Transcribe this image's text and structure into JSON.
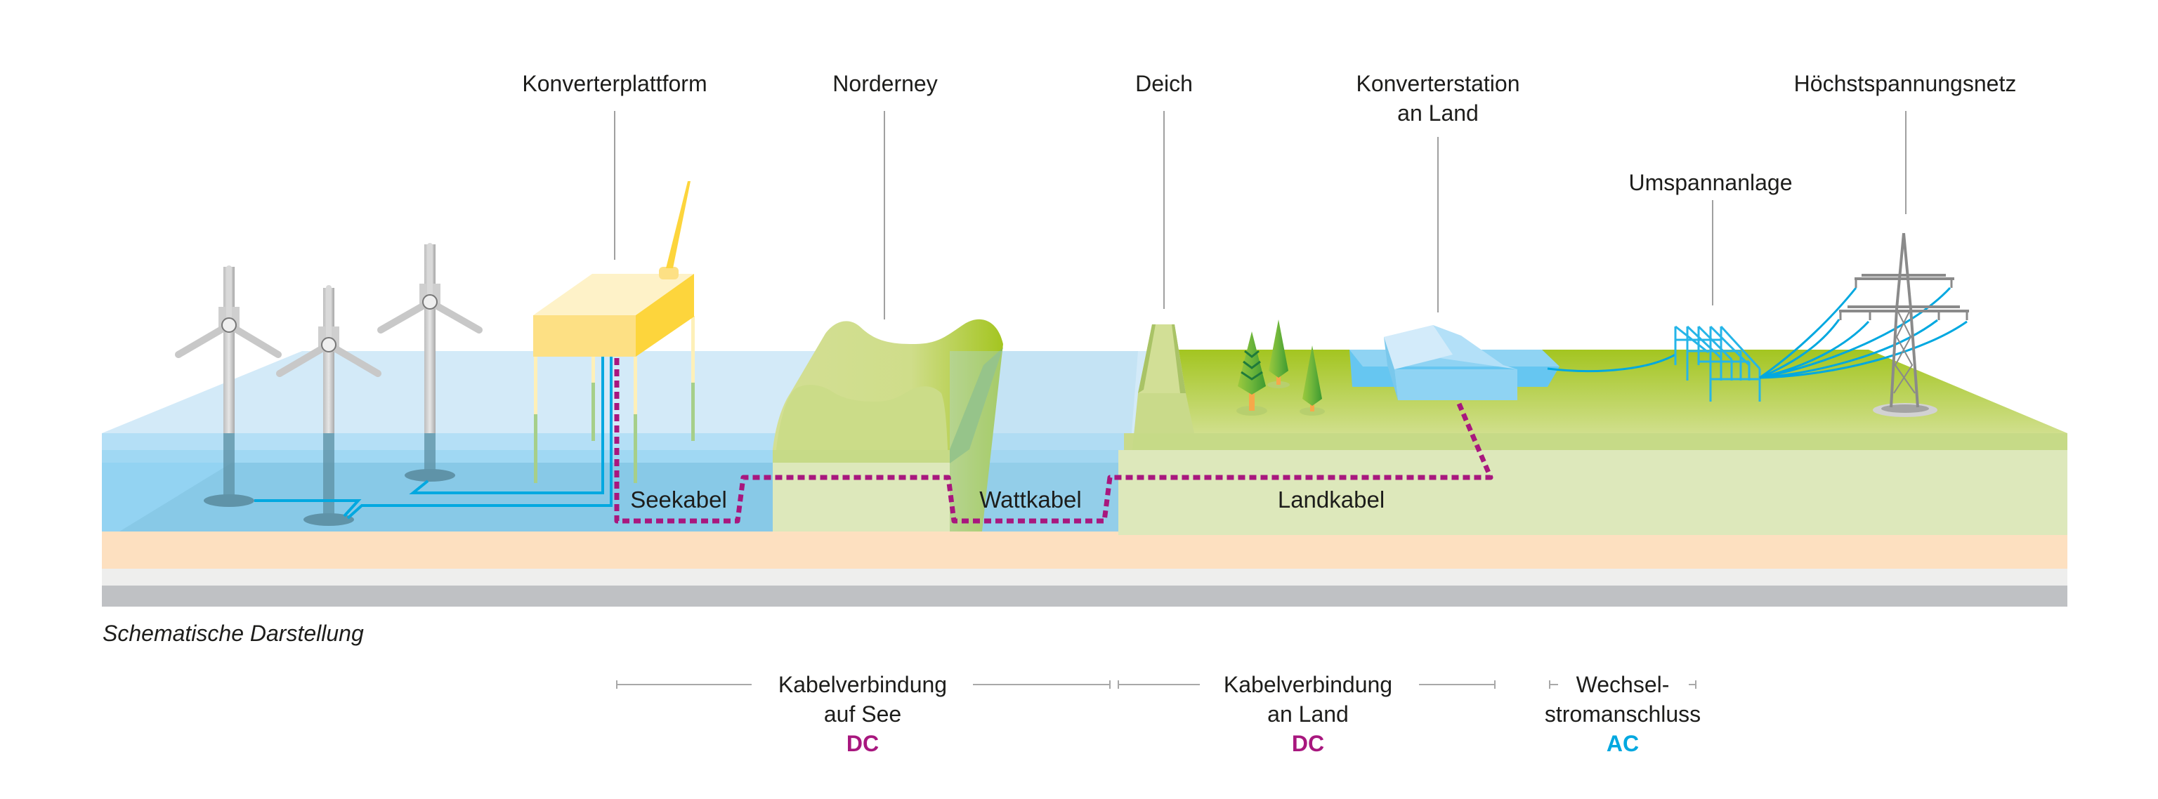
{
  "title": "Netzanbindung Offshore-Windpark – Schematische Darstellung",
  "colors": {
    "dc": "#a8177e",
    "ac": "#00a8e0",
    "water_surface": "#d3eaf8",
    "water_front_1": "#b4dff6",
    "water_front_2": "#a0d8f3",
    "water_deep": "#88c9e7",
    "land_surface": "#c6d97f",
    "land_front_1": "#c6da87",
    "land_front_2": "#dde8bb",
    "sand": "#fde0c0",
    "rock_light": "#eeeeed",
    "rock_dark": "#bfc1c4",
    "platform_front": "#fde084",
    "platform_top": "#fef2c8",
    "platform_side": "#fdd53c",
    "station": "#8fd3f3"
  },
  "labels": {
    "platform": "Konverterplattform",
    "norderney": "Norderney",
    "deich": "Deich",
    "station_line1": "Konverterstation",
    "station_line2": "an Land",
    "substation": "Umspannanlage",
    "grid": "Höchstspannungsnetz"
  },
  "cables": {
    "sea": "Seekabel",
    "watt": "Wattkabel",
    "land": "Landkabel"
  },
  "caption": "Schematische Darstellung",
  "ranges": [
    {
      "line1": "Kabelverbindung",
      "line2": "auf See",
      "current": "DC",
      "current_color": "#a8177e"
    },
    {
      "line1": "Kabelverbindung",
      "line2": "an Land",
      "current": "DC",
      "current_color": "#a8177e"
    },
    {
      "line1": "Wechsel-",
      "line2": "stromanschluss",
      "current": "AC",
      "current_color": "#00a8e0"
    }
  ],
  "icons": [
    "wind-turbine-icon",
    "converter-platform-icon",
    "island-icon",
    "dike-icon",
    "tree-icon",
    "converter-station-icon",
    "substation-icon",
    "power-pylon-icon"
  ]
}
